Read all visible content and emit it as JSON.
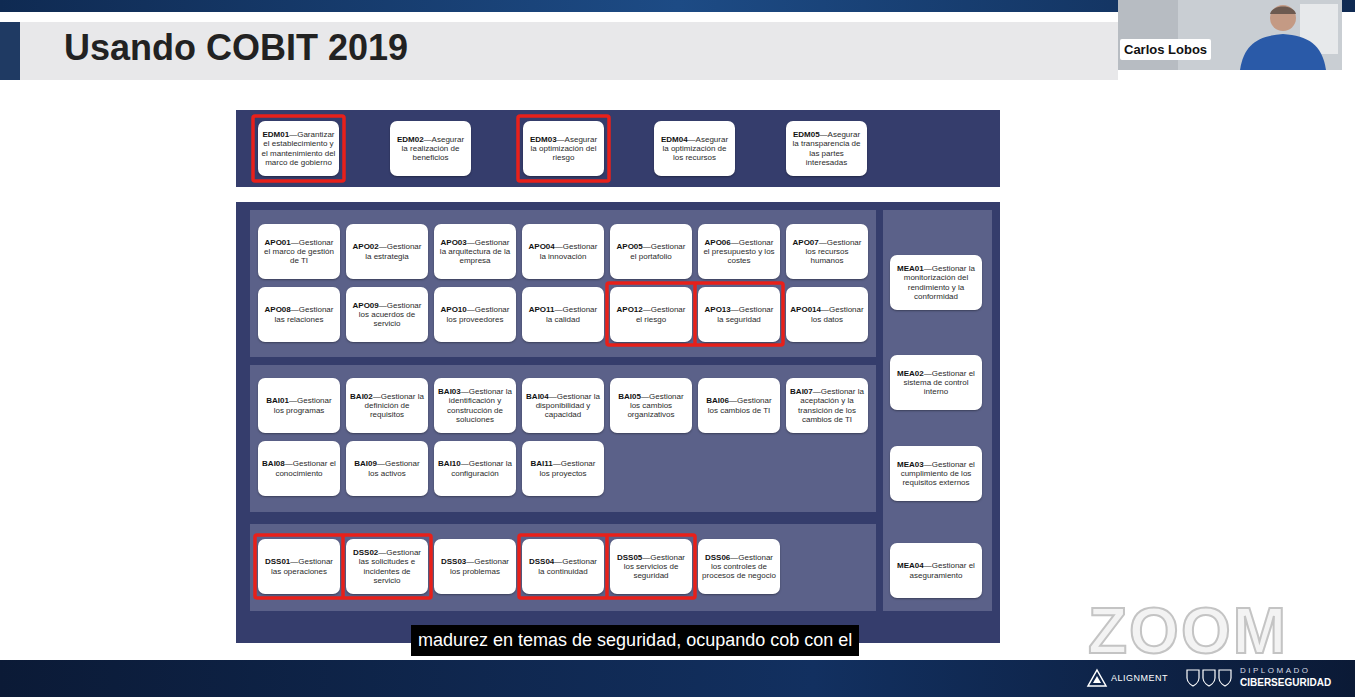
{
  "diagram": {
    "title": "Usando COBIT 2019",
    "nodes": [
      {
        "text": [
          "EDM01",
          "—Garantizar el establecimiento y el mantenimiento del marco de gobierno"
        ]
      },
      {
        "text": [
          "EDM02",
          "—Asegurar la realización de beneficios"
        ]
      },
      {
        "text": [
          "EDM03",
          "—Asegurar la optimización del riesgo"
        ]
      },
      {
        "text": [
          "EDM04",
          "—Asegurar la optimización de los recursos"
        ]
      },
      {
        "text": [
          "EDM05",
          "—Asegurar la transparencia de las partes interesadas"
        ]
      },
      {
        "text": [
          "APO01",
          "—Gestionar el marco de gestión de TI"
        ]
      },
      {
        "text": [
          "APO02",
          "—Gestionar la estrategia"
        ]
      },
      {
        "text": [
          "APO03",
          "—Gestionar la arquitectura de la empresa"
        ]
      },
      {
        "text": [
          "APO04",
          "—Gestionar la innovación"
        ]
      },
      {
        "text": [
          "APO05",
          "—Gestionar el portafolio"
        ]
      },
      {
        "text": [
          "APO06",
          "—Gestionar el presupuesto y los costes"
        ]
      },
      {
        "text": [
          "APO07",
          "—Gestionar los recursos humanos"
        ]
      },
      {
        "text": [
          "APO08",
          "—Gestionar las relaciones"
        ]
      },
      {
        "text": [
          "APO09",
          "—Gestionar los acuerdos de servicio"
        ]
      },
      {
        "text": [
          "APO10",
          "—Gestionar los proveedores"
        ]
      },
      {
        "text": [
          "APO11",
          "—Gestionar la calidad"
        ]
      },
      {
        "text": [
          "APO12",
          "—Gestionar el riesgo"
        ]
      },
      {
        "text": [
          "APO13",
          "—Gestionar la seguridad"
        ]
      },
      {
        "text": [
          "APO014",
          "—Gestionar los datos"
        ]
      },
      {
        "text": [
          "BAI01",
          "—Gestionar los programas"
        ]
      },
      {
        "text": [
          "BAI02",
          "—Gestionar la definición de requisitos"
        ]
      },
      {
        "text": [
          "BAI03",
          "—Gestionar la identificación y construcción de soluciones"
        ]
      },
      {
        "text": [
          "BAI04",
          "—Gestionar la disponibilidad y capacidad"
        ]
      },
      {
        "text": [
          "BAI05",
          "—Gestionar los cambios organizativos"
        ]
      },
      {
        "text": [
          "BAI06",
          "—Gestionar los cambios de TI"
        ]
      },
      {
        "text": [
          "BAI07",
          "—Gestionar la aceptación y la transición de los cambios de TI"
        ]
      },
      {
        "text": [
          "BAI08",
          "—Gestionar el conocimiento"
        ]
      },
      {
        "text": [
          "BAI09",
          "—Gestionar los activos"
        ]
      },
      {
        "text": [
          "BAI10",
          "—Gestionar la configuración"
        ]
      },
      {
        "text": [
          "BAI11",
          "—Gestionar los proyectos"
        ]
      },
      {
        "text": [
          "DSS01",
          "—Gestionar las operaciones"
        ]
      },
      {
        "text": [
          "DSS02",
          "—Gestionar las solicitudes e incidentes de servicio"
        ]
      },
      {
        "text": [
          "DSS03",
          "—Gestionar los problemas"
        ]
      },
      {
        "text": [
          "DSS04",
          "—Gestionar la continuidad"
        ]
      },
      {
        "text": [
          "DSS05",
          "—Gestionar los servicios de seguridad"
        ]
      },
      {
        "text": [
          "DSS06",
          "—Gestionar los controles de procesos de negocio"
        ]
      },
      {
        "text": [
          "MEA01",
          "—Gestionar la monitorización del rendimiento y la conformidad"
        ]
      },
      {
        "text": [
          "MEA02",
          "—Gestionar el sistema de control interno"
        ]
      },
      {
        "text": [
          "MEA03",
          "—Gestionar el cumplimiento de los requisitos externos"
        ]
      },
      {
        "text": [
          "MEA04",
          "—Gestionar el aseguramiento"
        ]
      }
    ],
    "labels": [
      "Carlos Lobos",
      "madurez en temas de seguridad, ocupando cob con el",
      "ZOOM",
      "ALIGNMENT",
      "DIPLOMADO",
      "CIBERSEGURIDAD"
    ]
  }
}
